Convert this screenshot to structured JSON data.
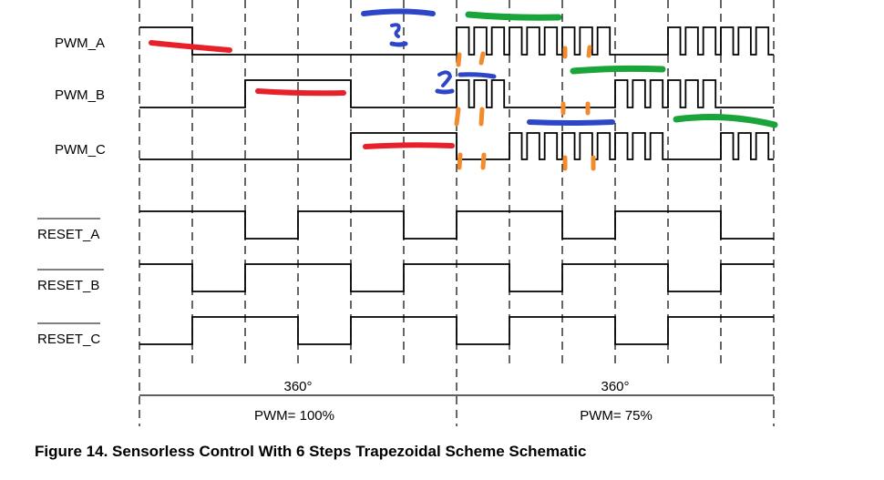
{
  "signals": [
    {
      "label": "PWM_A",
      "overbar": false,
      "levels": [
        "H",
        "L",
        "L",
        "L",
        "L",
        "L",
        "P",
        "P",
        "P",
        "L",
        "P",
        "P"
      ]
    },
    {
      "label": "PWM_B",
      "overbar": false,
      "levels": [
        "L",
        "L",
        "H",
        "H",
        "L",
        "L",
        "P",
        "L",
        "L",
        "P",
        "P",
        "L"
      ]
    },
    {
      "label": "PWM_C",
      "overbar": false,
      "levels": [
        "L",
        "L",
        "L",
        "L",
        "H",
        "H",
        "L",
        "P",
        "P",
        "P",
        "L",
        "P"
      ]
    },
    {
      "label": "RESET_A",
      "overbar": true,
      "levels": [
        "H",
        "H",
        "L",
        "H",
        "H",
        "L",
        "H",
        "H",
        "L",
        "H",
        "H",
        "L"
      ]
    },
    {
      "label": "RESET_B",
      "overbar": true,
      "levels": [
        "H",
        "L",
        "H",
        "H",
        "L",
        "H",
        "H",
        "L",
        "H",
        "H",
        "L",
        "H"
      ]
    },
    {
      "label": "RESET_C",
      "overbar": true,
      "levels": [
        "L",
        "H",
        "H",
        "L",
        "H",
        "H",
        "L",
        "H",
        "H",
        "L",
        "H",
        "H"
      ]
    }
  ],
  "periods": [
    {
      "angle": "360°",
      "pwm": "PWM= 100%"
    },
    {
      "angle": "360°",
      "pwm": "PWM= 75%"
    }
  ],
  "caption": "Figure 14.  Sensorless Control With 6 Steps Trapezoidal Scheme Schematic",
  "colors": {
    "line": "#000000",
    "marker_red": "#e8202a",
    "marker_blue": "#2d46c8",
    "marker_green": "#1aa53a",
    "marker_orange": "#f28a2e"
  }
}
